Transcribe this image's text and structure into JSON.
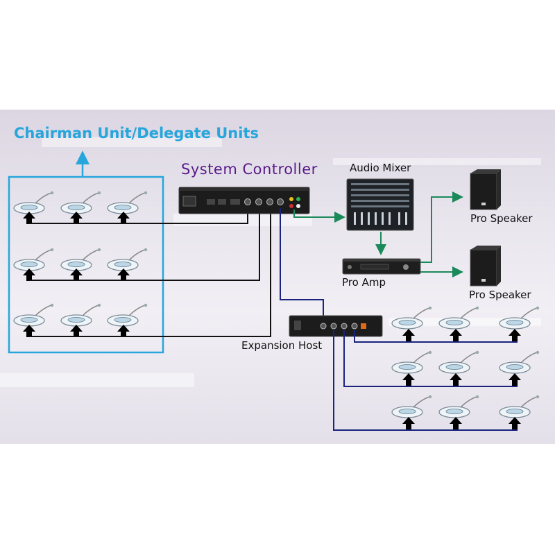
{
  "labels": {
    "chairman_delegate": "Chairman Unit/Delegate Units",
    "system_controller": "System Controller",
    "audio_mixer": "Audio Mixer",
    "pro_speaker_1": "Pro Speaker",
    "pro_speaker_2": "Pro Speaker",
    "pro_amp": "Pro Amp",
    "expansion_host": "Expansion Host"
  },
  "colors": {
    "group_box": "#27a6dc",
    "controller_title": "#5a1a8a",
    "link_black": "#111111",
    "link_blue": "#1a237e",
    "link_green": "#1a8a5a"
  }
}
